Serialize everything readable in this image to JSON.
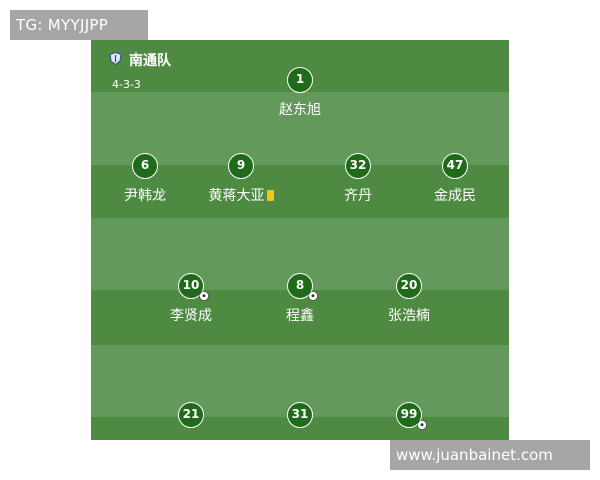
{
  "watermarks": {
    "top": "TG: MYYJJPP",
    "bottom": "www.juanbainet.com"
  },
  "team": {
    "name": "南通队",
    "formation": "4-3-3",
    "logo_icon": "club-crest-icon"
  },
  "pitch": {
    "dark_color": "#4f8a42",
    "light_color": "#63995a",
    "badge_color": "#1f6b19",
    "card_color": "#f5c518"
  },
  "players": [
    {
      "number": "1",
      "name": "赵东旭"
    },
    {
      "number": "6",
      "name": "尹韩龙"
    },
    {
      "number": "9",
      "name": "黄蒋大亚",
      "yellow_card": true
    },
    {
      "number": "32",
      "name": "齐丹"
    },
    {
      "number": "47",
      "name": "金成民"
    },
    {
      "number": "10",
      "name": "李贤成",
      "scored": true
    },
    {
      "number": "8",
      "name": "程鑫",
      "scored": true
    },
    {
      "number": "20",
      "name": "张浩楠"
    },
    {
      "number": "21",
      "name": ""
    },
    {
      "number": "31",
      "name": ""
    },
    {
      "number": "99",
      "name": "",
      "scored": true
    }
  ]
}
